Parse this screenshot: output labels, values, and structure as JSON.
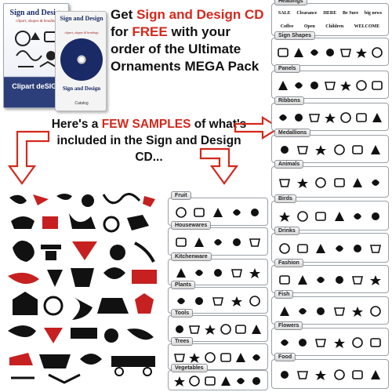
{
  "cd_box": {
    "title": "Sign and Design",
    "subtitle": "clipart, shapes & headings",
    "footer": "Clipart deSIGN"
  },
  "cd_disc": {
    "title": "Sign and Design",
    "subtitle": "clipart, shapes & headings",
    "label": "Sign and Design",
    "footer": "Catalog"
  },
  "headline": {
    "part1": "Get ",
    "highlight1": "Sign and Design CD",
    "part2": " for ",
    "highlight2": "FREE",
    "part3": " with your order of the Ultimate Ornaments MEGA Pack"
  },
  "samples": {
    "part1": "Here's a ",
    "highlight": "FEW SAMPLES",
    "part2": " of what's included in the Sign and Design CD..."
  },
  "right_categories": [
    {
      "label": "Headings"
    },
    {
      "label": "Sign Shapes"
    },
    {
      "label": "Panels"
    },
    {
      "label": "Ribbons"
    },
    {
      "label": "Medallions"
    },
    {
      "label": "Animals"
    },
    {
      "label": "Birds"
    },
    {
      "label": "Drinks"
    },
    {
      "label": "Fashion"
    },
    {
      "label": "Fish"
    },
    {
      "label": "Flowers"
    },
    {
      "label": "Food"
    }
  ],
  "middle_categories": [
    {
      "label": "Fruit"
    },
    {
      "label": "Housewares"
    },
    {
      "label": "Kitchenware"
    },
    {
      "label": "Plants"
    },
    {
      "label": "Tools"
    },
    {
      "label": "Trees"
    },
    {
      "label": "Vegetables"
    }
  ],
  "headings_samples": [
    "SALE",
    "Clearance",
    "HERE",
    "Be Sure",
    "big news",
    "Coffee",
    "Open",
    "Children",
    "WELCOME"
  ],
  "colors": {
    "accent_red": "#d4281c",
    "panel_border": "#9aa0a6",
    "cd_blue": "#1a2a66"
  }
}
